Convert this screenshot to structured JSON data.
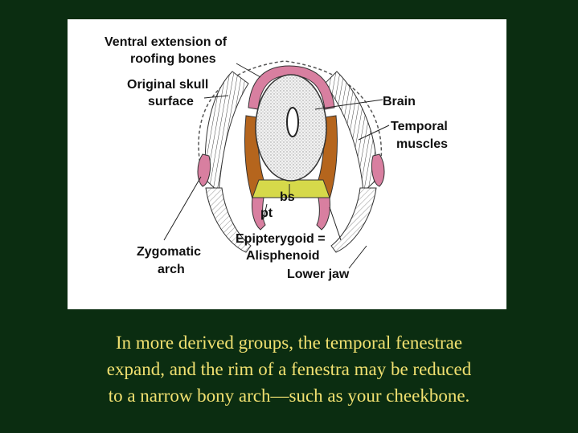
{
  "diagram": {
    "labels": {
      "ventral_extension_line1": "Ventral extension of",
      "ventral_extension_line2": "roofing bones",
      "original_skull_line1": "Original skull",
      "original_skull_line2": "surface",
      "brain": "Brain",
      "temporal_muscles_line1": "Temporal",
      "temporal_muscles_line2": "muscles",
      "bs": "bs",
      "pt": "pt",
      "epipterygoid_line1": "Epipterygoid =",
      "epipterygoid_line2": "Alisphenoid",
      "zygomatic_line1": "Zygomatic",
      "zygomatic_line2": "arch",
      "lower_jaw": "Lower jaw"
    },
    "colors": {
      "roofing_bone": "#d87fa0",
      "alisphenoid": "#b5651d",
      "basisphenoid": "#d6d94a",
      "brain_fill": "#e8e8e8",
      "background": "#0b2d11",
      "caption": "#f0e070"
    }
  },
  "caption": {
    "line1": "In more derived groups, the temporal  fenestrae",
    "line2": "expand, and the rim of a fenestra may be reduced",
    "line3": "to a narrow bony arch—such as your cheekbone."
  }
}
